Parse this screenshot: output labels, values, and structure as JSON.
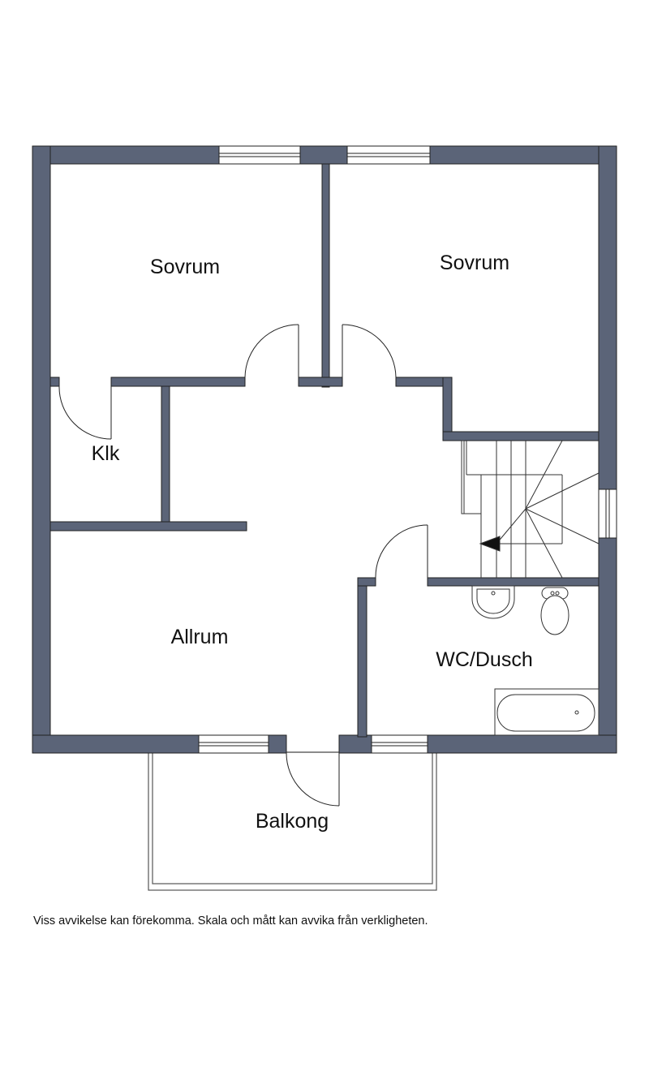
{
  "colors": {
    "wall": "#5b6478",
    "line": "#222222",
    "background": "#ffffff"
  },
  "rooms": {
    "bedroom_left": "Sovrum",
    "bedroom_right": "Sovrum",
    "closet": "Klk",
    "living_room": "Allrum",
    "bathroom": "WC/Dusch",
    "balcony": "Balkong"
  },
  "disclaimer": "Viss avvikelse kan förekomma. Skala och mått kan avvika från verkligheten."
}
